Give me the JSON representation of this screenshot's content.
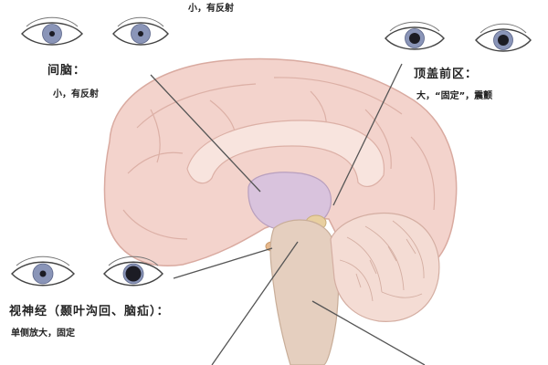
{
  "labels": {
    "top": {
      "desc": "小，有反射"
    },
    "diencephalon": {
      "title": "间脑：",
      "desc": "小，有反射"
    },
    "pretectum": {
      "title": "顶盖前区：",
      "desc": "大，“固定”，震颤"
    },
    "optic": {
      "title": "视神经（颞叶沟回、脑疝）：",
      "desc": "单侧放大，固定"
    }
  },
  "colors": {
    "brain": "#f3d3cc",
    "brain_outline": "#d9aaa0",
    "thalamus": "#d9c3dd",
    "brainstem": "#e5cfbf",
    "cerebellum": "#f4dcd4",
    "iris": "#8a95b8",
    "pupil": "#1c1c24",
    "line": "#555555"
  },
  "eyes": [
    {
      "name": "eye-top-left",
      "pupil_size": "small"
    },
    {
      "name": "eye-top-middle",
      "pupil_size": "small"
    },
    {
      "name": "eye-top-right-1",
      "pupil_size": "medium"
    },
    {
      "name": "eye-top-right-2",
      "pupil_size": "medium"
    },
    {
      "name": "eye-bottom-left",
      "pupil_size": "small"
    },
    {
      "name": "eye-bottom-right",
      "pupil_size": "large"
    }
  ]
}
